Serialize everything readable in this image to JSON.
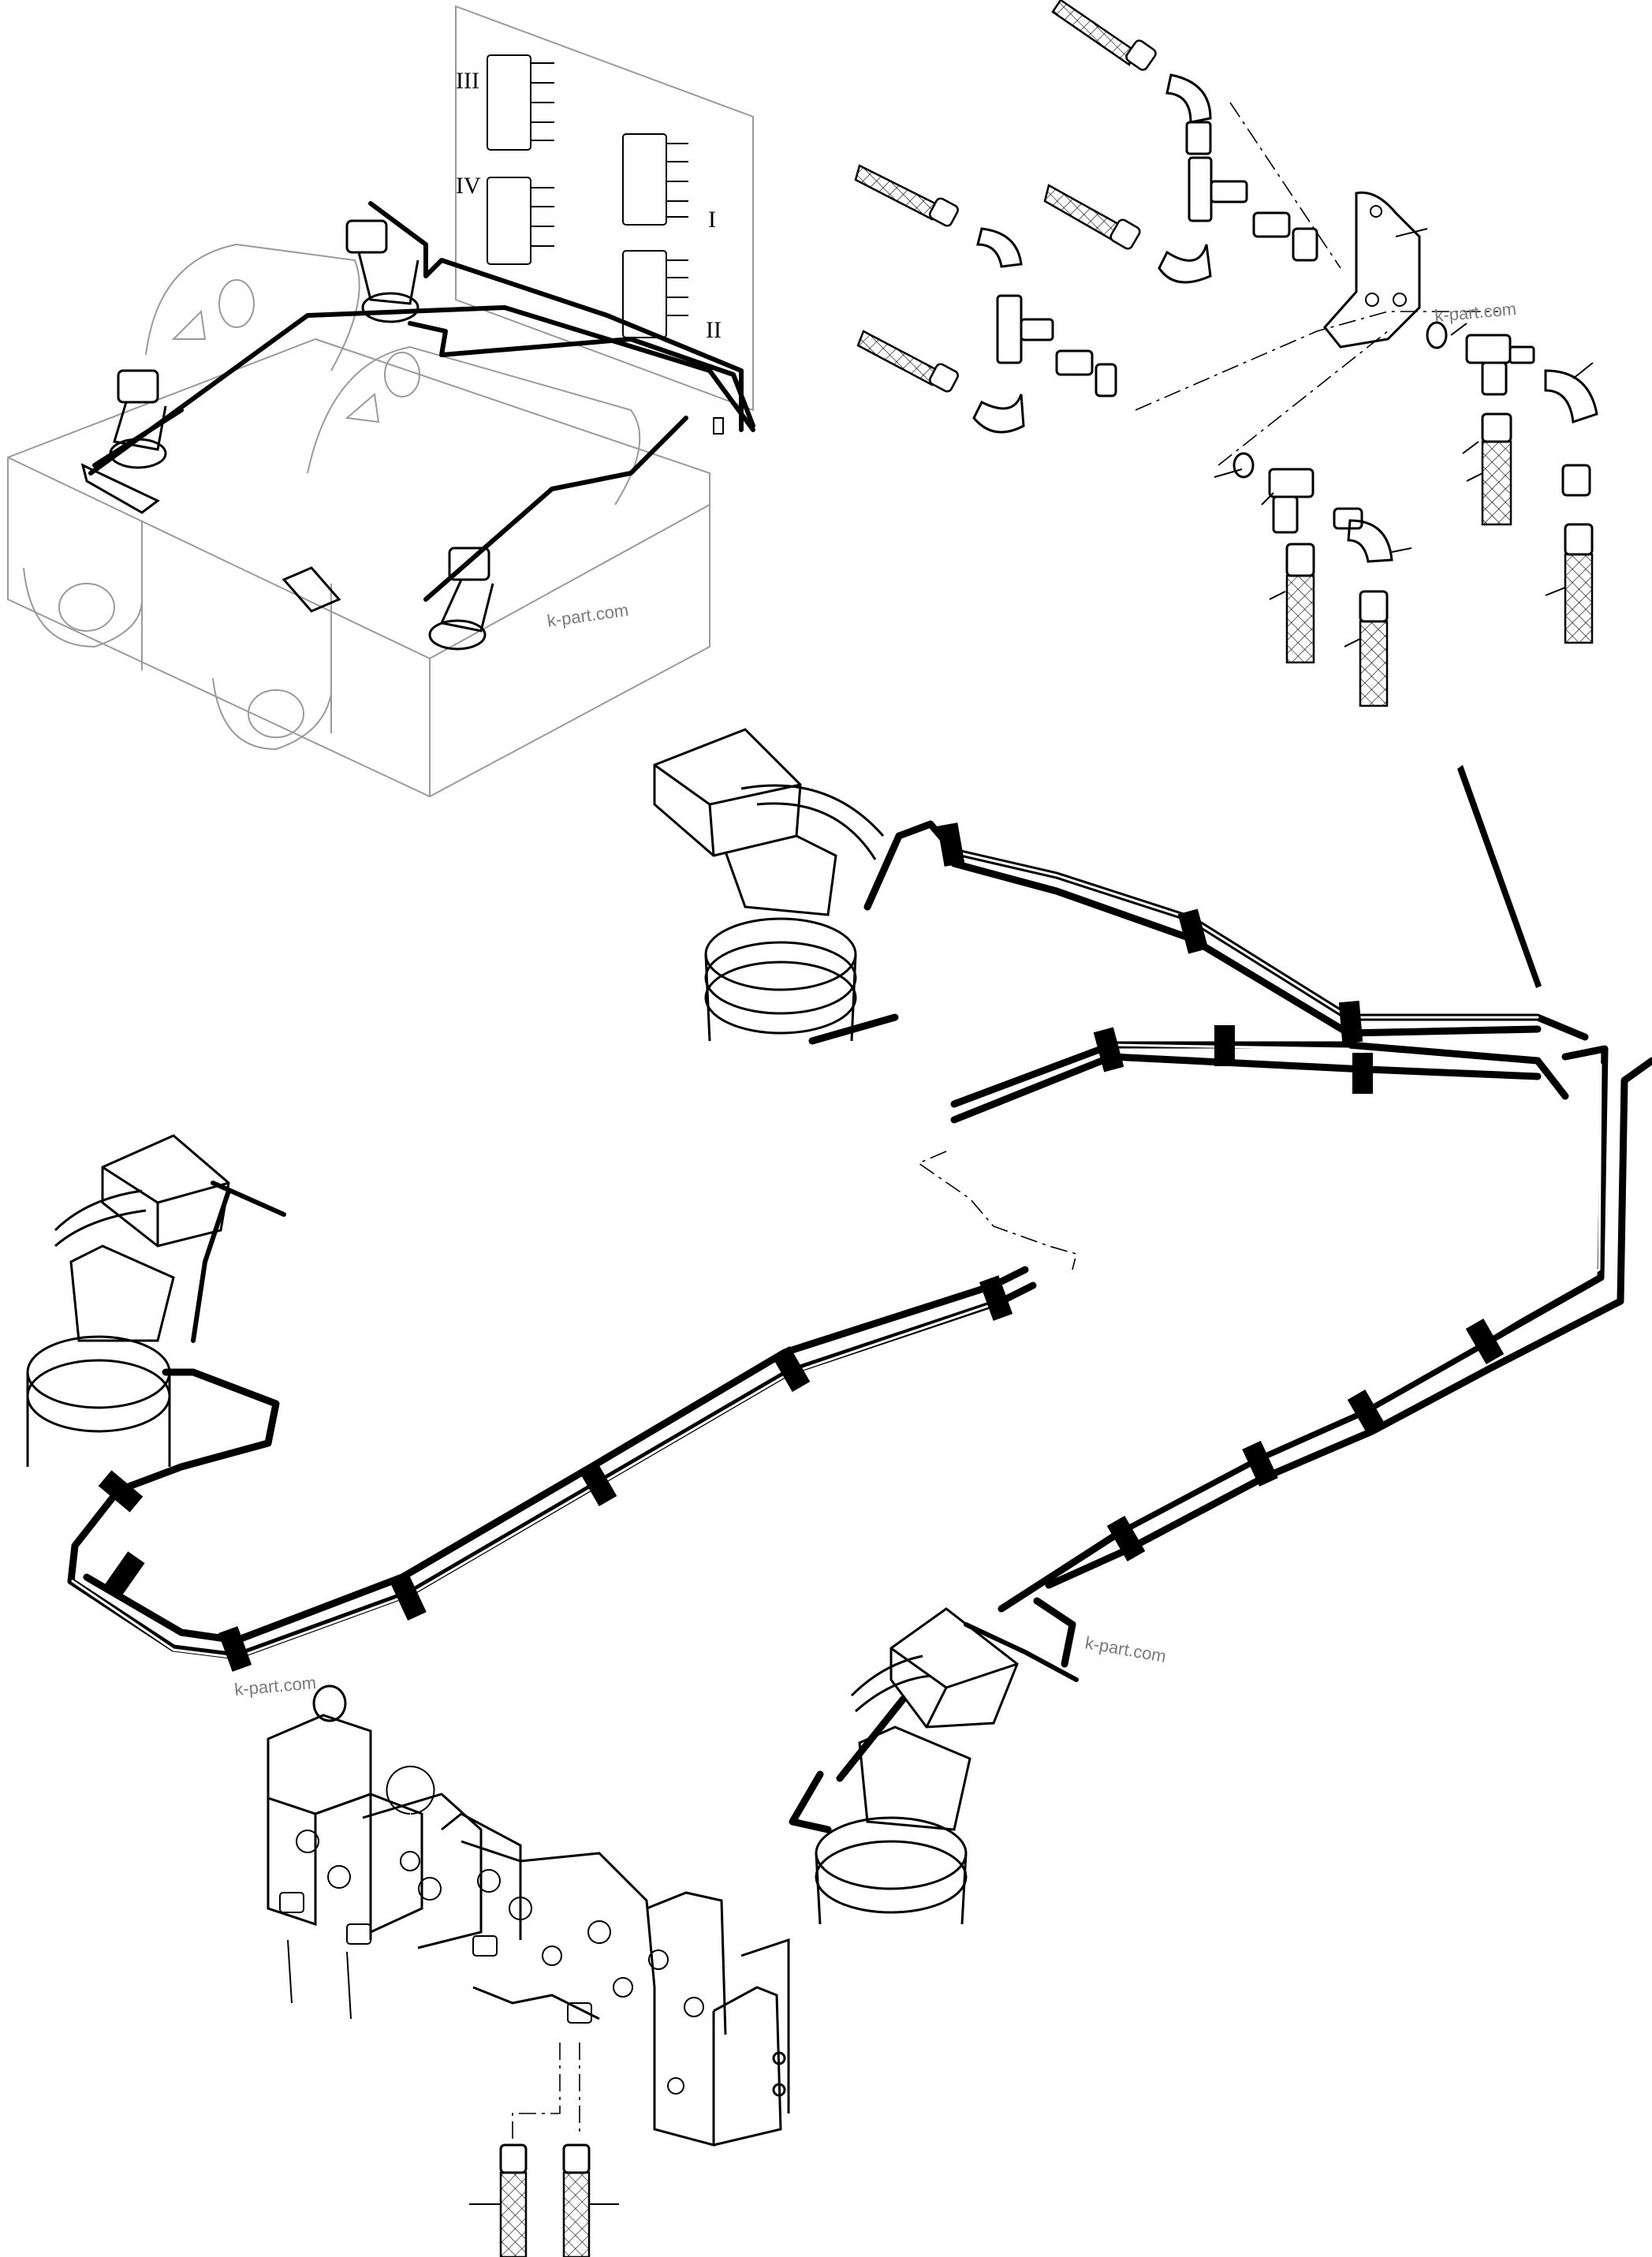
{
  "diagram": {
    "watermarks": [
      {
        "text": "k-part.com"
      },
      {
        "text": "k-part.com"
      },
      {
        "text": "k-part.com"
      },
      {
        "text": "k-part.com"
      }
    ],
    "valve_bank_labels": [
      "III",
      "IV",
      "I",
      "II"
    ]
  }
}
